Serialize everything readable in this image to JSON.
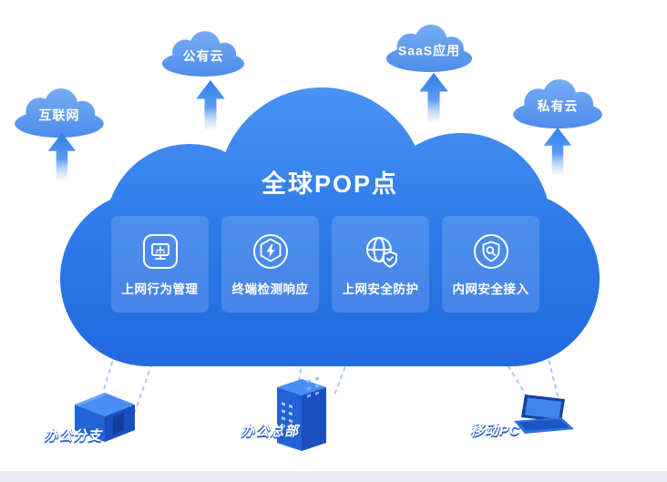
{
  "title": "全球POP点",
  "colors": {
    "main_cloud_top": "#4A93F4",
    "main_cloud_bottom": "#2269E0",
    "small_cloud": "#5D9AF0",
    "arrow": "#2E7EE9",
    "card_background": "rgba(255,255,255,0.15)",
    "text": "#FFFFFF",
    "connector": "#A9C7F5"
  },
  "top_clouds": [
    {
      "label": "互联网",
      "icon": "cloud-icon"
    },
    {
      "label": "公有云",
      "icon": "cloud-icon"
    },
    {
      "label": "SaaS应用",
      "icon": "cloud-icon"
    },
    {
      "label": "私有云",
      "icon": "cloud-icon"
    }
  ],
  "services": [
    {
      "label": "上网行为管理",
      "icon": "monitor-network-icon"
    },
    {
      "label": "终端检测响应",
      "icon": "lightning-shield-icon"
    },
    {
      "label": "上网安全防护",
      "icon": "globe-shield-icon"
    },
    {
      "label": "内网安全接入",
      "icon": "shield-badge-icon"
    }
  ],
  "endpoints": [
    {
      "label": "办公分支",
      "icon": "branch-building-icon"
    },
    {
      "label": "办公总部",
      "icon": "headquarters-building-icon"
    },
    {
      "label": "移动PC",
      "icon": "laptop-icon"
    }
  ]
}
